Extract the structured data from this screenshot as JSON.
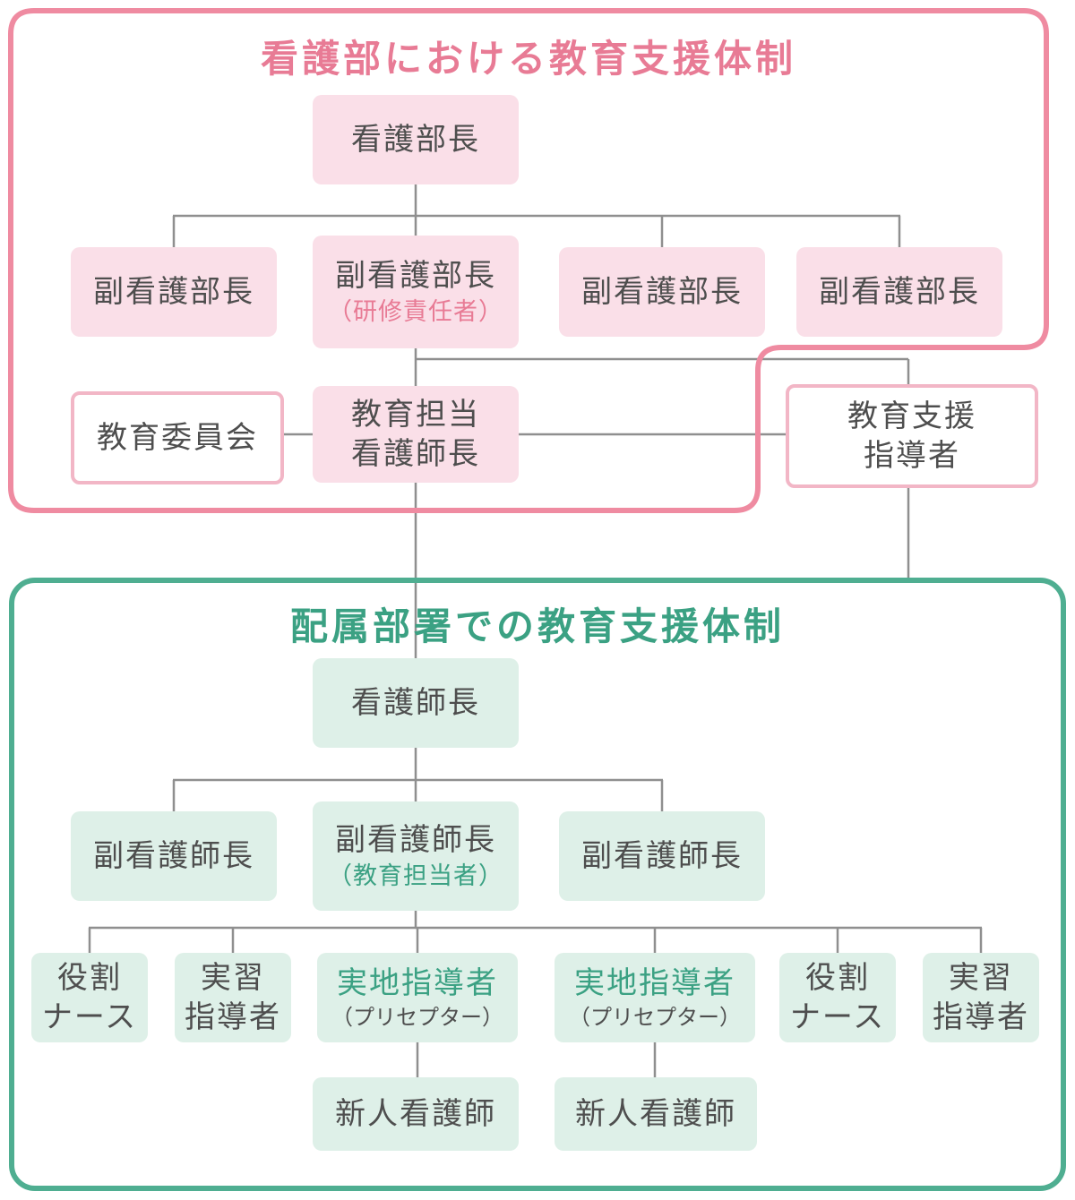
{
  "colors": {
    "pink_border": "#ef8ba1",
    "pink_border_light": "#f2b6c6",
    "pink_title": "#e87b95",
    "pink_fill": "#fadfe8",
    "pink_accent": "#e87b95",
    "green_border": "#4fae91",
    "green_title": "#3ba183",
    "green_fill": "#def0e8",
    "green_accent": "#3ba183",
    "text": "#4e4e4e",
    "line": "#8f8f8f",
    "background": "#ffffff"
  },
  "section_nursing": {
    "title": "看護部における教育支援体制",
    "director": "看護部長",
    "deputy_left": "副看護部長",
    "deputy_training": {
      "line1": "副看護部長",
      "line2": "（研修責任者）"
    },
    "deputy_mid": "副看護部長",
    "deputy_right": "副看護部長",
    "committee": "教育委員会",
    "education_head": {
      "line1": "教育担当",
      "line2": "看護師長"
    },
    "support_instructor": {
      "line1": "教育支援",
      "line2": "指導者"
    }
  },
  "section_unit": {
    "title": "配属部署での教育支援体制",
    "head_nurse": "看護師長",
    "deputy_left": "副看護師長",
    "deputy_education": {
      "line1": "副看護師長",
      "line2": "（教育担当者）"
    },
    "deputy_right": "副看護師長",
    "role_nurse_left": {
      "line1": "役割",
      "line2": "ナース"
    },
    "practice_instructor_left": {
      "line1": "実習",
      "line2": "指導者"
    },
    "preceptor_left": {
      "line1": "実地指導者",
      "line2": "（プリセプター）"
    },
    "preceptor_right": {
      "line1": "実地指導者",
      "line2": "（プリセプター）"
    },
    "role_nurse_right": {
      "line1": "役割",
      "line2": "ナース"
    },
    "practice_instructor_right": {
      "line1": "実習",
      "line2": "指導者"
    },
    "new_nurse_left": "新人看護師",
    "new_nurse_right": "新人看護師"
  }
}
